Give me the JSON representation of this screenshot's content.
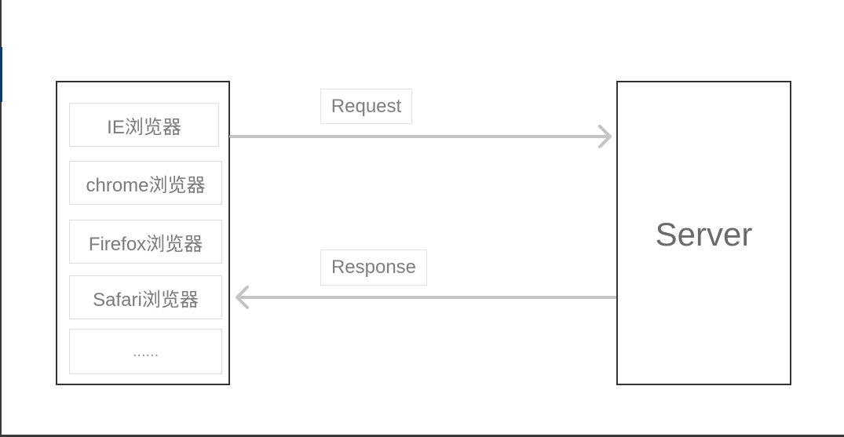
{
  "browsers": {
    "items": [
      {
        "label": "IE浏览器"
      },
      {
        "label": "chrome浏览器"
      },
      {
        "label": "Firefox浏览器"
      },
      {
        "label": "Safari浏览器"
      },
      {
        "label": "......"
      }
    ]
  },
  "server": {
    "label": "Server"
  },
  "arrows": {
    "request_label": "Request",
    "response_label": "Response",
    "color": "#c4c4c4"
  },
  "colors": {
    "box_border": "#333333",
    "item_border": "#dcdcdc",
    "text": "#7b7b7b"
  }
}
